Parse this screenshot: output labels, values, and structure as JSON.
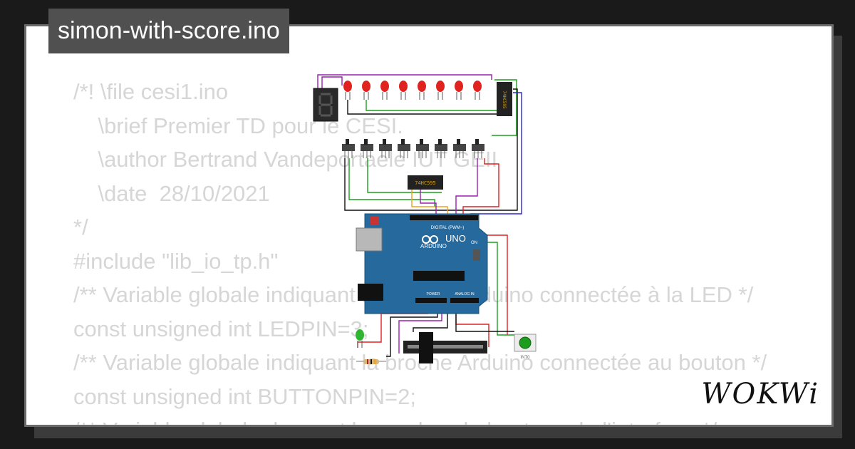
{
  "project": {
    "filename": "simon-with-score.ino"
  },
  "code_lines": [
    "/*! \\file cesi1.ino",
    "    \\brief Premier TD pour le CESI.",
    "    \\author Bertrand Vandeportaele IUT GEII",
    "    \\date  28/10/2021",
    "*/",
    "#include \"lib_io_tp.h\"",
    "/** Variable globale indiquant la broche Arduino connectée à la LED */",
    "const unsigned int LEDPIN=3;",
    "/** Variable globale indiquant la broche Arduino connectée au bouton */",
    "const unsigned int BUTTONPIN=2;",
    "/** Variable globale donnant le nombre de boutons de l'interface */"
  ],
  "brand": {
    "logo_text": "WOKWi"
  },
  "board": {
    "model": "UNO",
    "brand": "ARDUINO",
    "digital_label": "DIGITAL (PWM~)",
    "power_label": "POWER",
    "analog_label": "ANALOG IN",
    "on_label": "ON"
  },
  "shift_register_label": "74HC595",
  "button_caption": "INT0",
  "colors": {
    "background": "#1a1a1a",
    "card": "#ffffff",
    "code_text": "#d6d6d6",
    "title_tab": "#505050",
    "board_blue": "#25699d",
    "led_red": "#e0231e",
    "wire_red": "#e02020",
    "wire_green": "#1aa01a",
    "wire_purple": "#9b1fb0",
    "wire_blue": "#2828d0",
    "wire_black": "#111111",
    "wire_orange": "#f0a020"
  }
}
